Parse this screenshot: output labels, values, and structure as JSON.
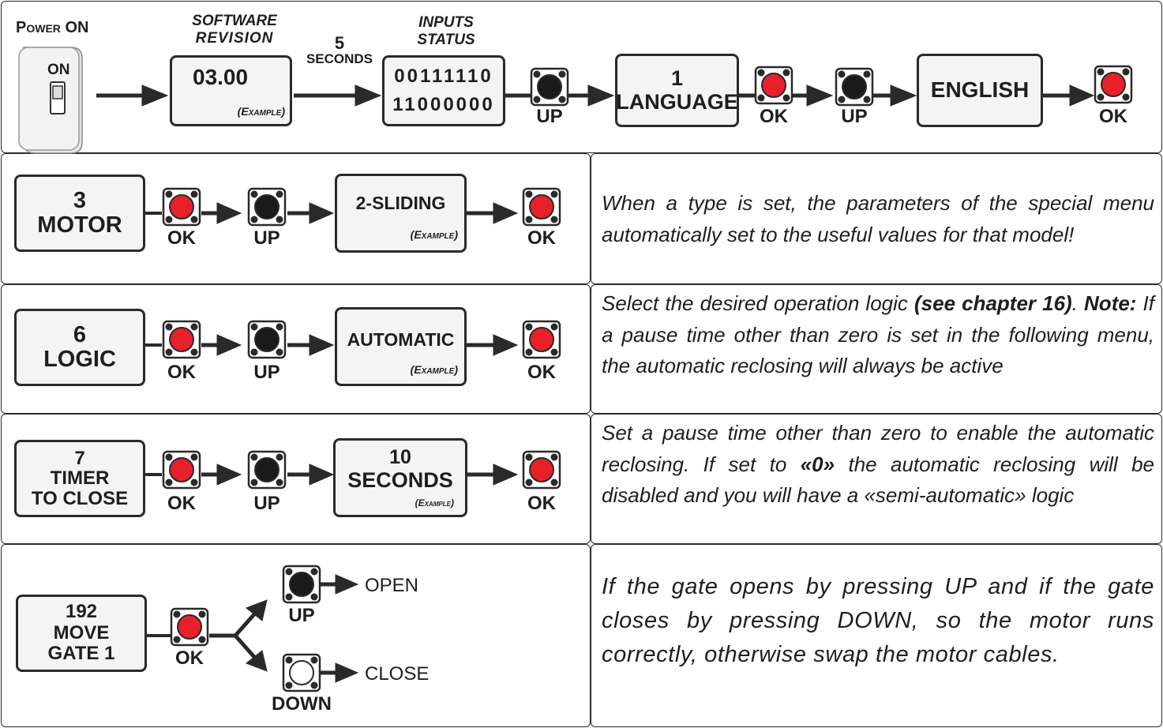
{
  "power": {
    "title": "Power ON",
    "switch_label": "ON"
  },
  "software": {
    "label_line1": "SOFTWARE",
    "label_line2": "REVISION",
    "value": "03.00",
    "note": "(Example)"
  },
  "delay": {
    "value": "5",
    "unit": "SECONDS"
  },
  "inputs": {
    "label_line1": "INPUTS",
    "label_line2": "STATUS",
    "row1": "00111110",
    "row2": "11000000"
  },
  "buttons": {
    "up": "UP",
    "ok": "OK",
    "down": "DOWN"
  },
  "language": {
    "number": "1",
    "name": "LANGUAGE",
    "value": "ENGLISH"
  },
  "motor": {
    "number": "3",
    "name": "MOTOR",
    "value": "2-SLIDING",
    "note": "(Example)",
    "desc": "When a type is set, the parameters of the special menu automatically set to the useful values for that model!"
  },
  "logic": {
    "number": "6",
    "name": "LOGIC",
    "value": "AUTOMATIC",
    "note": "(Example)",
    "desc_part1": "Select the desired operation logic ",
    "desc_bold1": "(see chapter 16)",
    "desc_part2": ". ",
    "desc_bold2": "Note:",
    "desc_part3": " If a pause time other than zero is set in the following menu, the automatic reclosing will always be active"
  },
  "timer": {
    "number": "7",
    "name_line1": "TIMER",
    "name_line2": "TO CLOSE",
    "value_line1": "10",
    "value_line2": "SECONDS",
    "note": "(Example)",
    "desc_part1": "Set a pause time other than zero to enable the automatic reclosing. If set to ",
    "desc_bold": "«0»",
    "desc_part2": " the automatic reclosing will be disabled and you will have a «semi-automatic» logic"
  },
  "move": {
    "number": "192",
    "name_line1": "MOVE",
    "name_line2": "GATE 1",
    "open": "OPEN",
    "close": "CLOSE",
    "desc": "If the gate opens by pressing UP and if the gate closes by pressing DOWN, so the motor runs correctly, otherwise swap the motor cables."
  },
  "colors": {
    "ok_button": "#e8202a",
    "up_button": "#1a1a1a",
    "down_button": "#ffffff",
    "box_bg": "#f4f4f4",
    "text": "#1e1e1e"
  }
}
